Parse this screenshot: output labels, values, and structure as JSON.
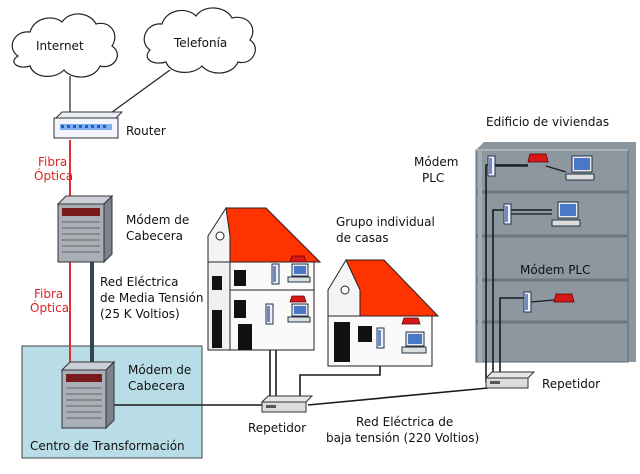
{
  "labels": {
    "internet": "Internet",
    "telefonia": "Telefonía",
    "router": "Router",
    "fibra_top_1": "Fibra",
    "fibra_top_2": "Óptica",
    "modem_cabecera_top_1": "Módem de",
    "modem_cabecera_top_2": "Cabecera",
    "fibra_mid_1": "Fibra",
    "fibra_mid_2": "Óptica",
    "red_media_1": "Red Eléctrica",
    "red_media_2": "de Media Tensión",
    "red_media_3": "(25 K Voltios)",
    "modem_cabecera_bottom_1": "Módem de",
    "modem_cabecera_bottom_2": "Cabecera",
    "centro": "Centro de Transformación",
    "grupo_1": "Grupo individual",
    "grupo_2": "de casas",
    "repetidor_left": "Repetidor",
    "red_baja_1": "Red Eléctrica de",
    "red_baja_2": "baja tensión (220 Voltios)",
    "edificio": "Edificio de viviendas",
    "modem_plc_top_1": "Módem",
    "modem_plc_top_2": "PLC",
    "modem_plc_mid": "Módem PLC",
    "repetidor_right": "Repetidor"
  },
  "colors": {
    "fiber": "#e03030",
    "power_line": "#334455",
    "roof": "#ff3300",
    "substation_fill": "#b8dde6",
    "building": "#8a959d",
    "phone": "#d81818"
  }
}
